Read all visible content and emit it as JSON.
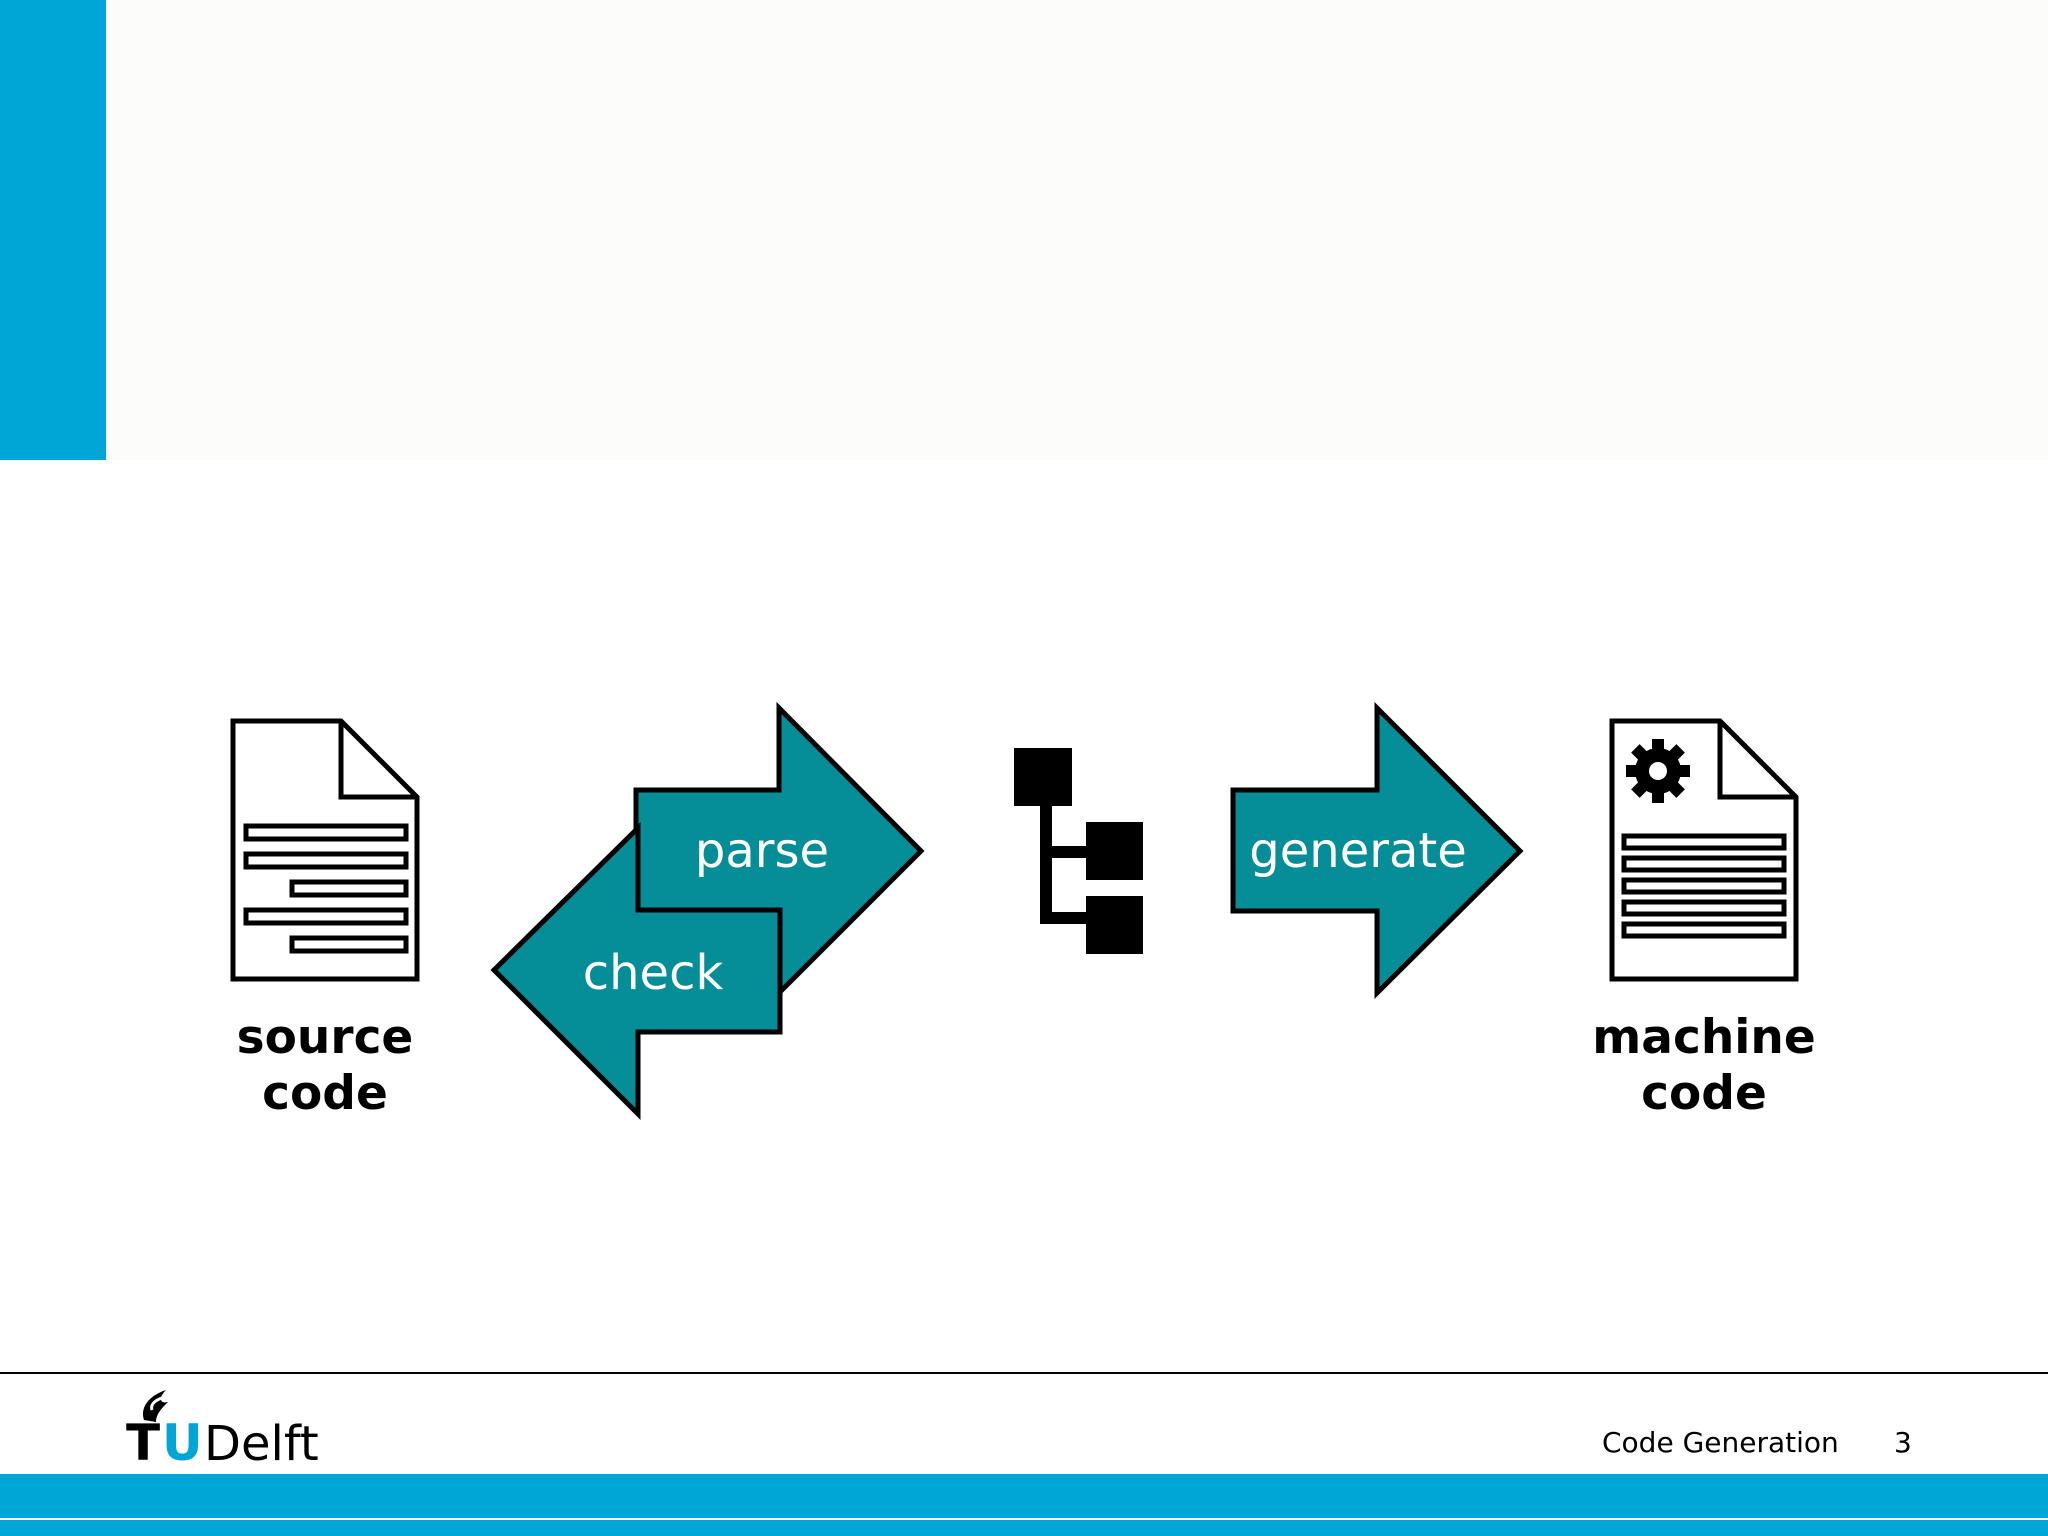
{
  "diagram": {
    "source_label_line1": "source",
    "source_label_line2": "code",
    "parse_label": "parse",
    "check_label": "check",
    "generate_label": "generate",
    "machine_label_line1": "machine",
    "machine_label_line2": "code",
    "arrow_color": "#068e98",
    "icons": [
      "source-code-document-icon",
      "tree-structure-icon",
      "machine-code-document-icon",
      "gear-icon"
    ]
  },
  "footer": {
    "logo_text": "TUDelft",
    "title": "Code Generation",
    "page_number": "3",
    "accent_color": "#00a6d6"
  }
}
